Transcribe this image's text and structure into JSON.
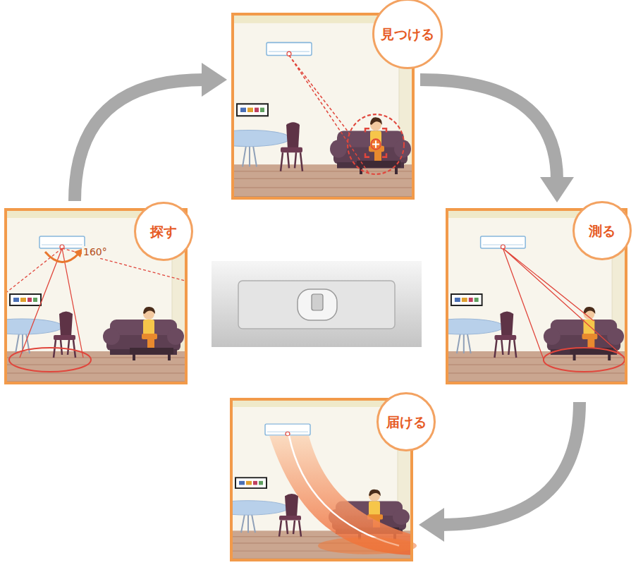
{
  "diagram": {
    "nodes": [
      {
        "text": [
          "見つける"
        ]
      },
      {
        "text": [
          "探す"
        ]
      },
      {
        "text": [
          "測る"
        ]
      },
      {
        "text": [
          "届ける"
        ]
      }
    ],
    "edges": [
      {
        "from": 1,
        "to": 0,
        "arrow": "to"
      },
      {
        "from": 0,
        "to": 2,
        "arrow": "to"
      },
      {
        "from": 2,
        "to": 3,
        "arrow": "to"
      }
    ],
    "labels": [
      "160°"
    ]
  }
}
